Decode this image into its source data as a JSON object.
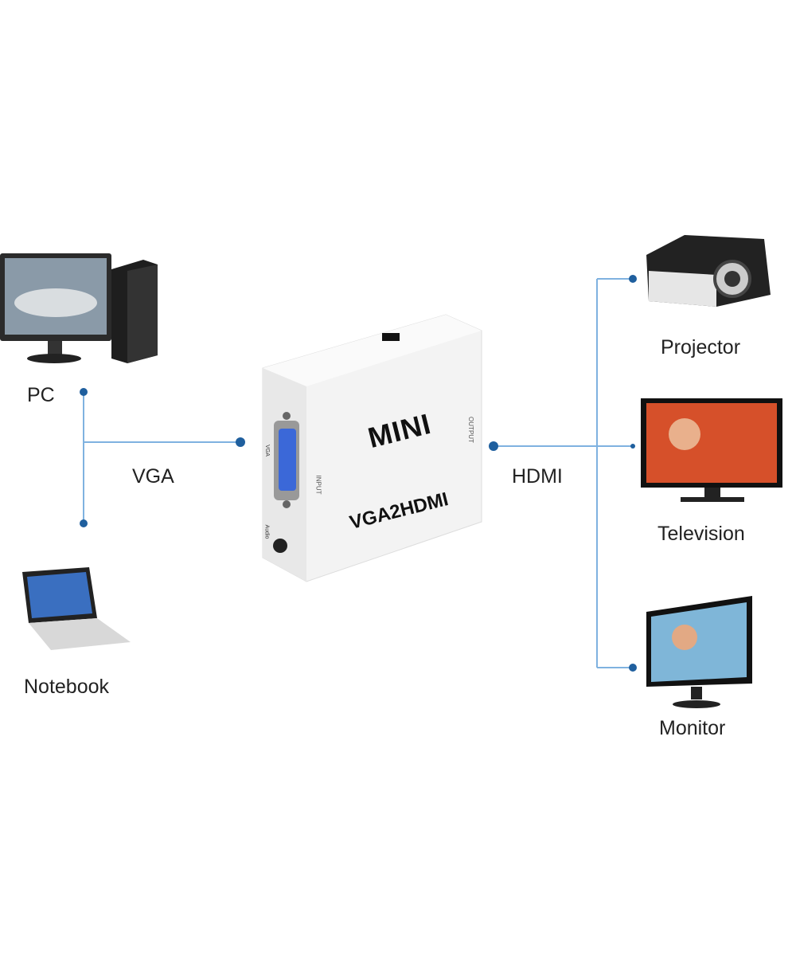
{
  "labels": {
    "pc": "PC",
    "notebook": "Notebook",
    "vga": "VGA",
    "hdmi": "HDMI",
    "projector": "Projector",
    "television": "Television",
    "monitor": "Monitor"
  },
  "device": {
    "brand": "MINI",
    "model": "VGA2HDMI",
    "input_label": "INPUT",
    "output_label": "OUTPUT",
    "vga_port_label": "VGA",
    "audio_label": "Audio"
  },
  "colors": {
    "line": "#7fb2e0",
    "dot": "#1f5f9e"
  }
}
